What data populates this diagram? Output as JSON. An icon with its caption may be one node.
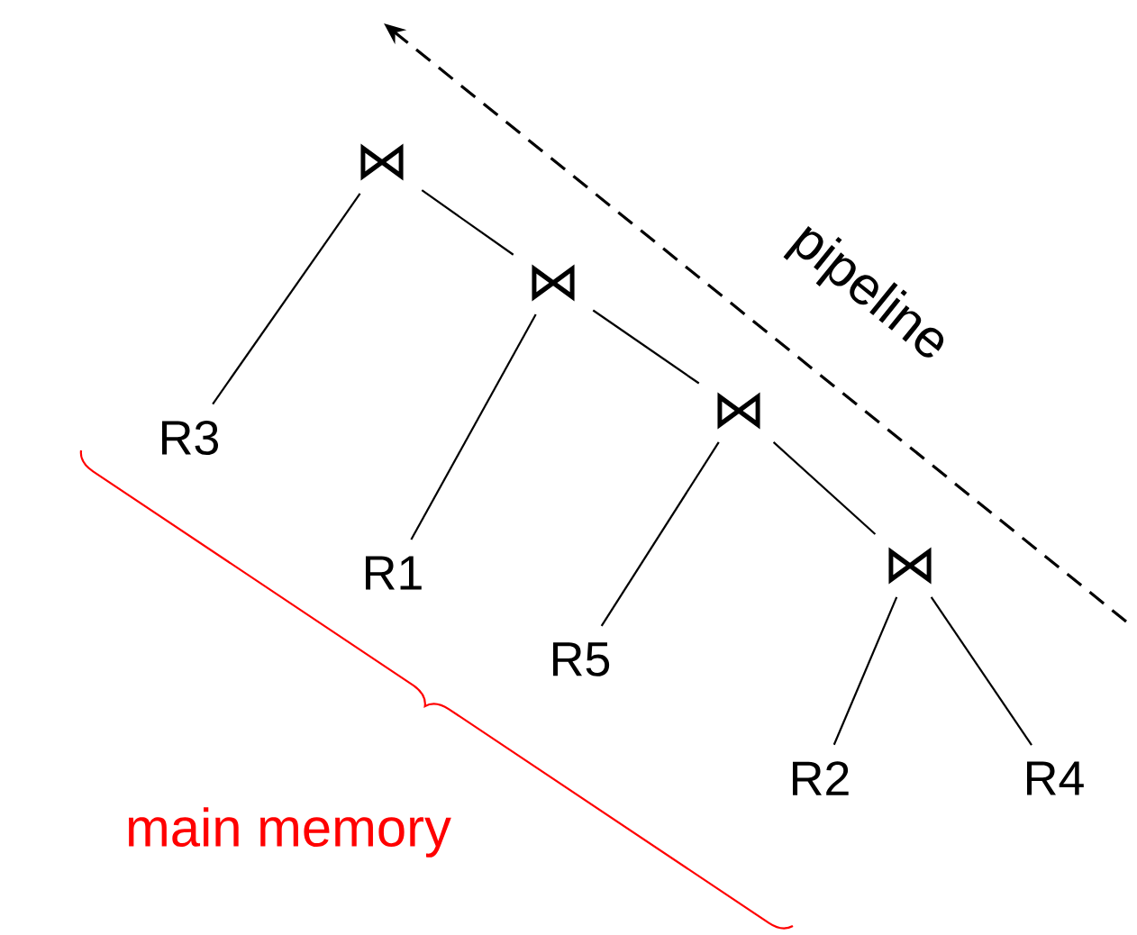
{
  "diagram": {
    "nodes": [
      {
        "text": [
          "⋈"
        ]
      },
      {
        "text": [
          "⋈"
        ]
      },
      {
        "text": [
          "⋈"
        ]
      },
      {
        "text": [
          "⋈"
        ]
      },
      {
        "text": [
          "R3"
        ]
      },
      {
        "text": [
          "R1"
        ]
      },
      {
        "text": [
          "R5"
        ]
      },
      {
        "text": [
          "R2"
        ]
      },
      {
        "text": [
          "R4"
        ]
      }
    ],
    "edges": [
      {
        "from": 0,
        "to": 4,
        "arrow": "none"
      },
      {
        "from": 0,
        "to": 1,
        "arrow": "none"
      },
      {
        "from": 1,
        "to": 5,
        "arrow": "none"
      },
      {
        "from": 1,
        "to": 2,
        "arrow": "none"
      },
      {
        "from": 2,
        "to": 6,
        "arrow": "none"
      },
      {
        "from": 2,
        "to": 3,
        "arrow": "none"
      },
      {
        "from": 3,
        "to": 7,
        "arrow": "none"
      },
      {
        "from": 3,
        "to": 8,
        "arrow": "none"
      }
    ],
    "labels": [
      "pipeline",
      "main memory"
    ]
  }
}
